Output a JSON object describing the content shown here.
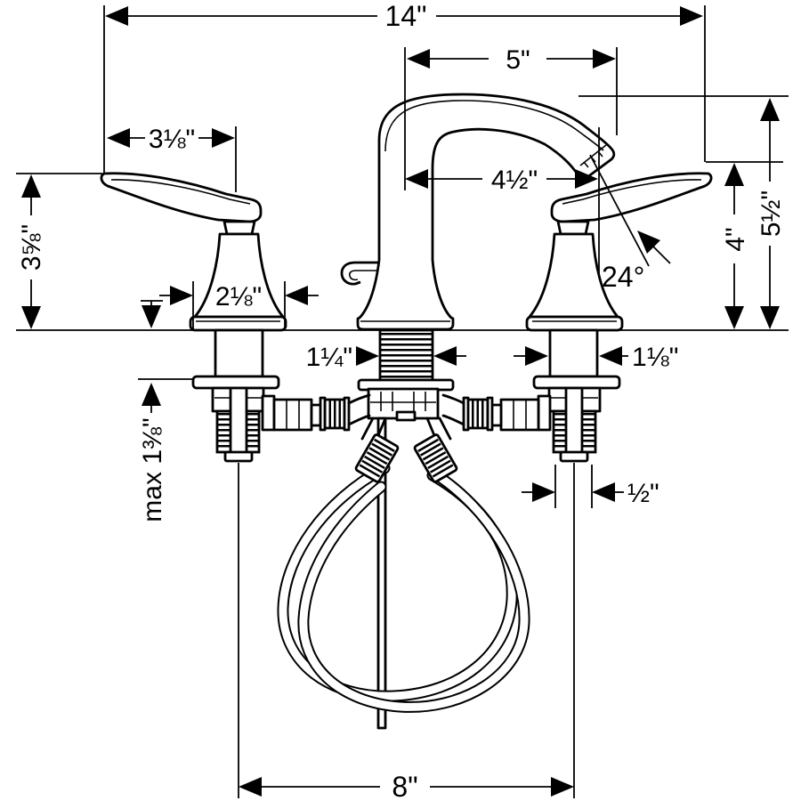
{
  "drawing": {
    "type": "technical-installation-diagram",
    "subject": "two-handle widespread lavatory faucet with supply hoses and pop-up rod",
    "background_color": "#ffffff",
    "line_color": "#000000",
    "units": "inches"
  },
  "dimensions": {
    "overall_width": "14\"",
    "spout_reach_overall": "5\"",
    "spout_reach_aerator": "4½\"",
    "handle_length": "3⅛\"",
    "handle_height": "3⅝\"",
    "spout_height": "5½\"",
    "handle_open_height": "4\"",
    "aerator_angle": "24°",
    "handle_base_width": "2⅛\"",
    "spout_shank_diameter": "1¼\"",
    "valve_shank_diameter": "1⅛\"",
    "max_deck_thickness": "max 1⅜\"",
    "supply_connection": "½\"",
    "faucet_centers": "8\""
  }
}
